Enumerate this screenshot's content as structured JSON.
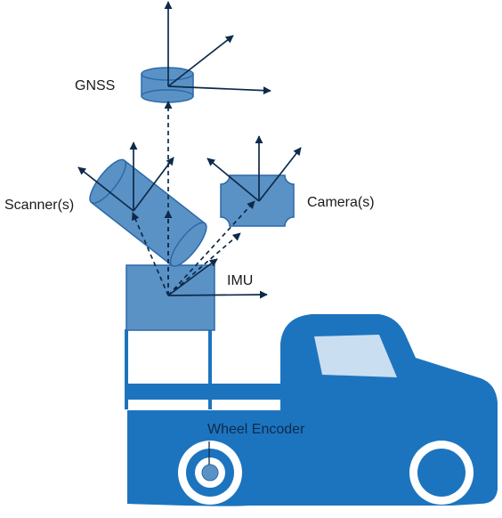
{
  "labels": {
    "gnss": "GNSS",
    "scanner": "Scanner(s)",
    "camera": "Camera(s)",
    "imu": "IMU",
    "wheel_encoder": "Wheel Encoder"
  },
  "colors": {
    "truck_blue": "#1c74bf",
    "sensor_fill": "#5b92c6",
    "sensor_stroke": "#2a69a8",
    "window_fill": "#c9def0",
    "arrow_dark": "#0d2a4a",
    "white": "#ffffff"
  },
  "icons": {
    "arrows": "coordinate-frame-axes",
    "links": "dashed-lever-arm-lines"
  }
}
